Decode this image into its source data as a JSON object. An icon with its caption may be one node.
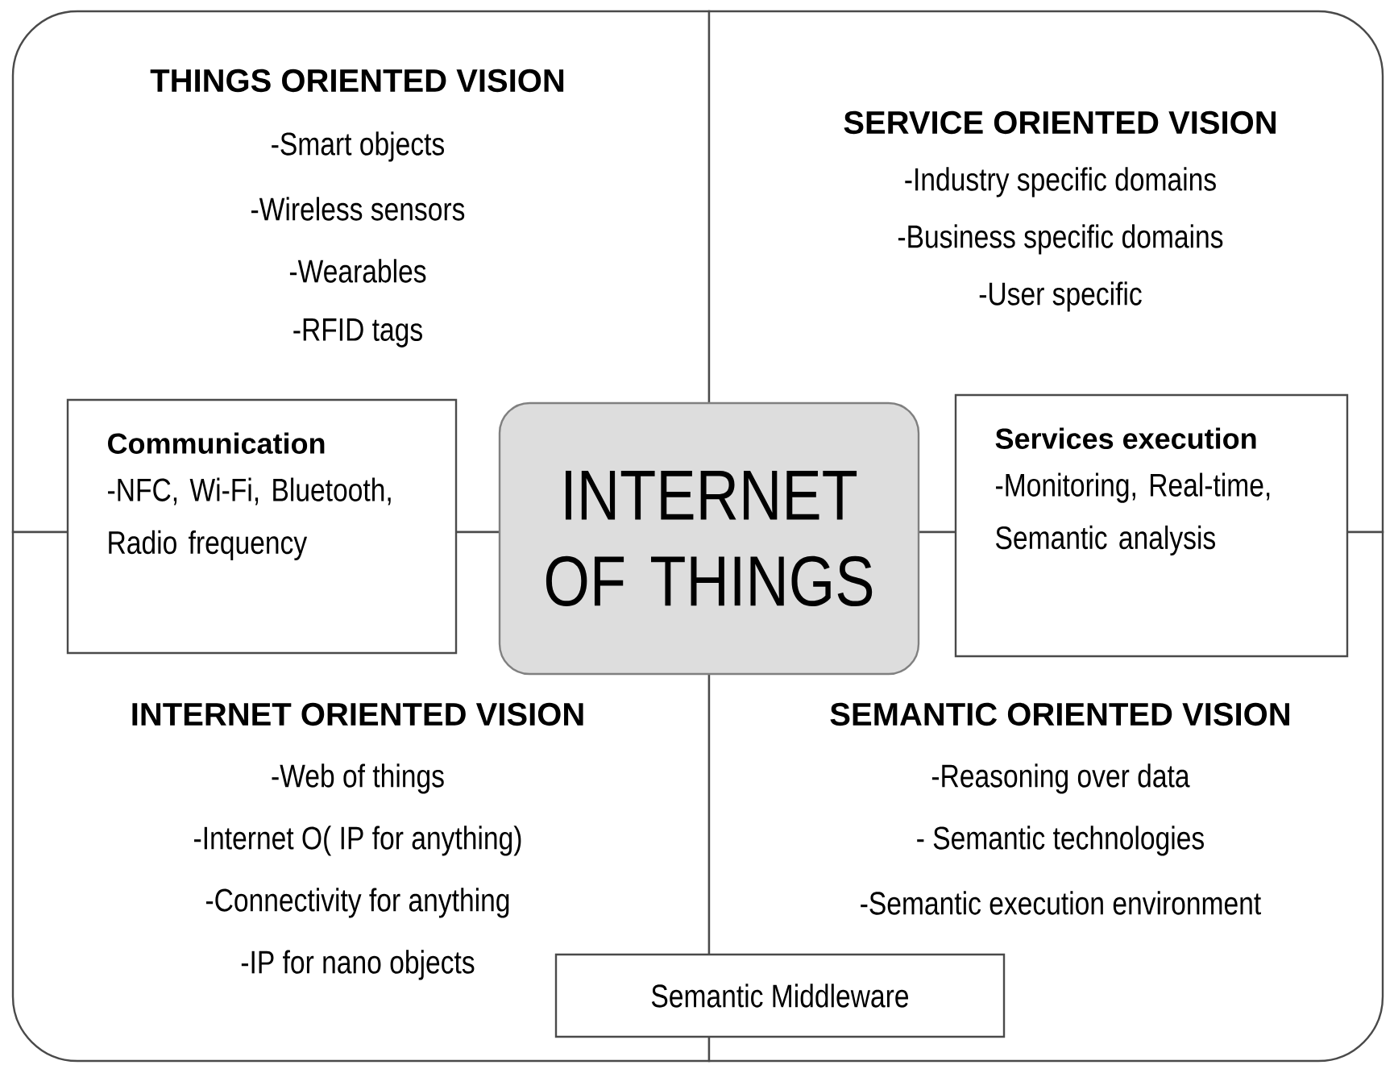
{
  "diagram": {
    "nodes": [
      {
        "text": [
          "THINGS ORIENTED VISION",
          "-Smart objects",
          "-Wireless sensors",
          "-Wearables",
          "-RFID tags"
        ]
      },
      {
        "text": [
          "SERVICE ORIENTED VISION",
          "-Industry specific domains",
          "-Business specific domains",
          "-User specific"
        ]
      },
      {
        "text": [
          "INTERNET ORIENTED VISION",
          "-Web of things",
          "-Internet O( IP for anything)",
          "-Connectivity for anything",
          "-IP for nano objects"
        ]
      },
      {
        "text": [
          "SEMANTIC ORIENTED VISION",
          "-Reasoning over data",
          "- Semantic technologies",
          "-Semantic execution environment"
        ]
      },
      {
        "text": [
          "INTERNET OF THINGS"
        ]
      },
      {
        "text": [
          "Communication",
          "-NFC, Wi-Fi, Bluetooth, Radio frequency"
        ]
      },
      {
        "text": [
          "Services execution",
          "-Monitoring, Real-time, Semantic analysis"
        ]
      },
      {
        "text": [
          "Semantic Middleware"
        ]
      }
    ]
  }
}
